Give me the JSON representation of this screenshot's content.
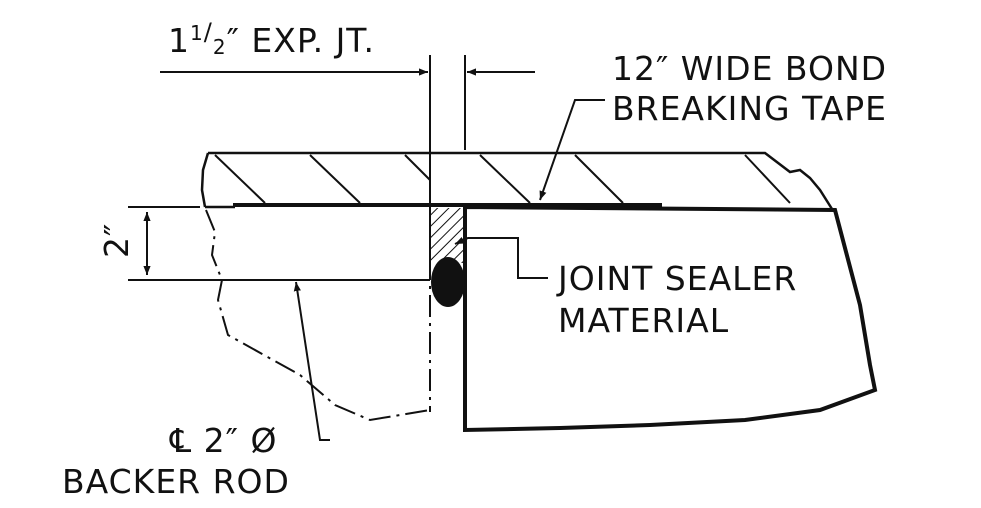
{
  "labels": {
    "expansion_joint_whole": "1",
    "expansion_joint_num": "1",
    "expansion_joint_den": "2",
    "expansion_joint_rest": "″ EXP. JT.",
    "bond_tape_line1": "12″ WIDE BOND",
    "bond_tape_line2": "BREAKING TAPE",
    "dimension_2in": "2″",
    "joint_sealer_line1": "JOINT SEALER",
    "joint_sealer_line2": "MATERIAL",
    "backer_rod_line1": "℄ 2″ Ø",
    "backer_rod_line2": "BACKER ROD"
  },
  "colors": {
    "line": "#111111",
    "background": "#ffffff"
  }
}
